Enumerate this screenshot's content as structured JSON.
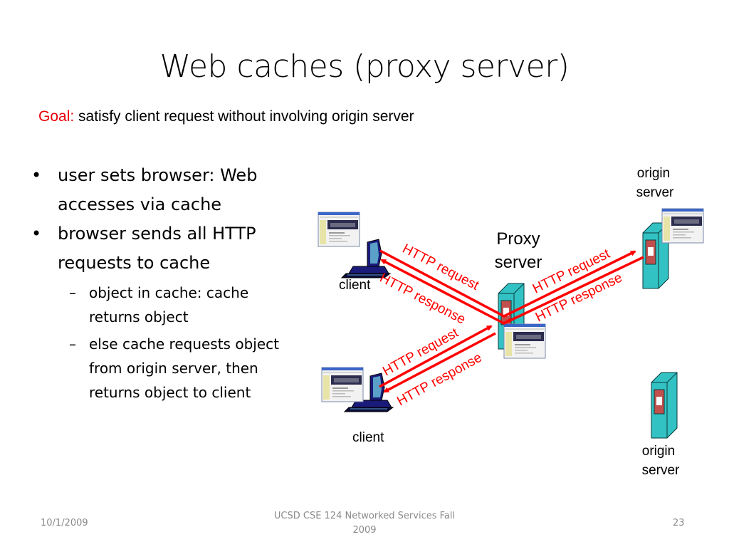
{
  "slide": {
    "title": "Web caches (proxy server)",
    "goal_label": "Goal:",
    "goal_text": " satisfy client request without involving origin server",
    "bullets": [
      {
        "text": "user sets browser: Web accesses via  cache",
        "lines": [
          "user sets browser: Web",
          "accesses via  cache"
        ]
      },
      {
        "text": "browser sends all HTTP requests to cache",
        "lines": [
          "browser sends all HTTP",
          "requests to cache"
        ],
        "sub": [
          {
            "lines": [
              "object in cache: cache",
              "returns object"
            ]
          },
          {
            "lines": [
              "else cache requests object",
              "from origin server, then",
              "returns object to client"
            ]
          }
        ]
      }
    ],
    "bullet_glyph": "•",
    "dash_glyph": "–"
  },
  "diagram": {
    "proxy_label": [
      "Proxy",
      "server"
    ],
    "client_label": "client",
    "origin_label": [
      "origin",
      "server"
    ],
    "http_request": "HTTP request",
    "http_response": "HTTP response",
    "colors": {
      "arrow": "#ff0000",
      "server_body": "#33c2c4",
      "server_panel": "#c0504d"
    }
  },
  "footer": {
    "date": "10/1/2009",
    "course_line1": "UCSD CSE 124 Networked Services Fall",
    "course_line2": "2009",
    "page": "23"
  }
}
